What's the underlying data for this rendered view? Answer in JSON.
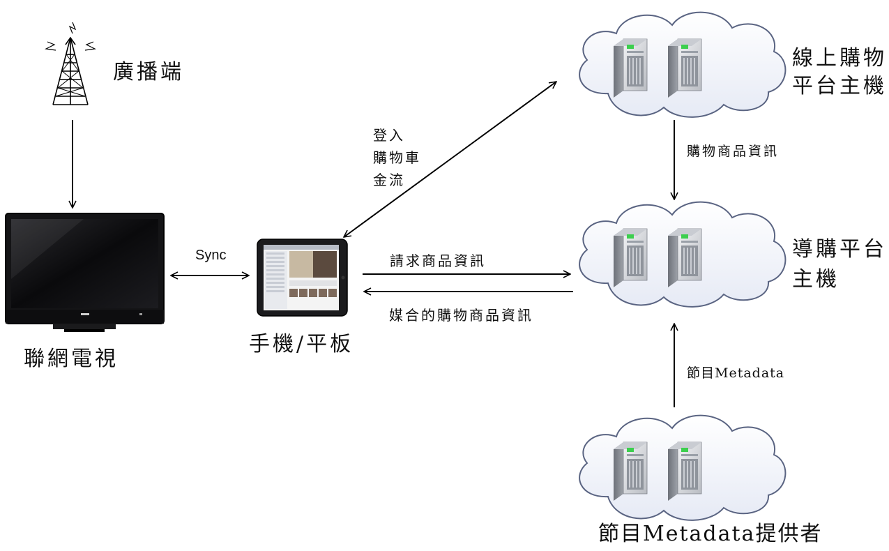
{
  "nodes": {
    "broadcaster": "廣播端",
    "smart_tv": "聯網電視",
    "mobile": "手機/平板",
    "shopping_host_line1": "線上購物",
    "shopping_host_line2": "平台主機",
    "guide_host_line1": "導購平台",
    "guide_host_line2": "主機",
    "metadata_provider": "節目Metadata提供者"
  },
  "edges": {
    "sync": "Sync",
    "login_lines": [
      "登入",
      "購物車",
      "金流"
    ],
    "request_info": "請求商品資訊",
    "matched_info": "媒合的購物商品資訊",
    "shopping_info": "購物商品資訊",
    "program_metadata": "節目Metadata"
  },
  "colors": {
    "cloud_fill": "#f3f5fb",
    "cloud_stroke": "#5a6482",
    "server_body": "#8a8e96",
    "server_face": "#d9dbe0",
    "led_green": "#3ccf4e",
    "arrow": "#000000"
  },
  "icons": [
    "antenna-icon",
    "tv-icon",
    "tablet-icon",
    "server-icon",
    "cloud-icon"
  ]
}
